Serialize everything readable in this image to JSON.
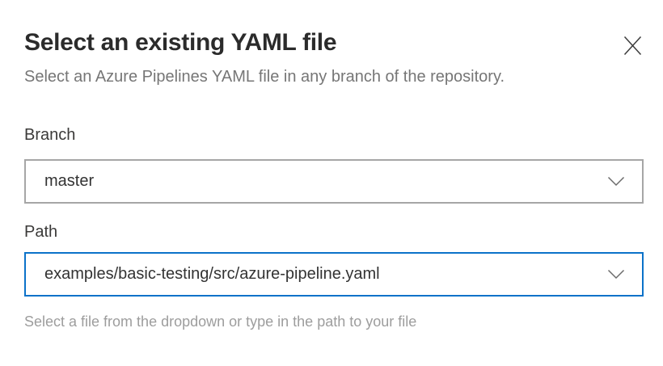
{
  "dialog": {
    "title": "Select an existing YAML file",
    "subtitle": "Select an Azure Pipelines YAML file in any branch of the repository.",
    "branch": {
      "label": "Branch",
      "value": "master"
    },
    "path": {
      "label": "Path",
      "value": "examples/basic-testing/src/azure-pipeline.yaml",
      "helper": "Select a file from the dropdown or type in the path to your file"
    }
  },
  "icons": {
    "close": "close-icon",
    "branch_dropdown": "chevron-down-icon",
    "path_dropdown": "chevron-down-icon"
  },
  "colors": {
    "accent": "#0b72c9",
    "input_border": "#a6a6a6",
    "title_text": "#2b2b2b",
    "subtitle_text": "#767676",
    "helper_text": "#9d9d9d",
    "value_text": "#333333"
  }
}
